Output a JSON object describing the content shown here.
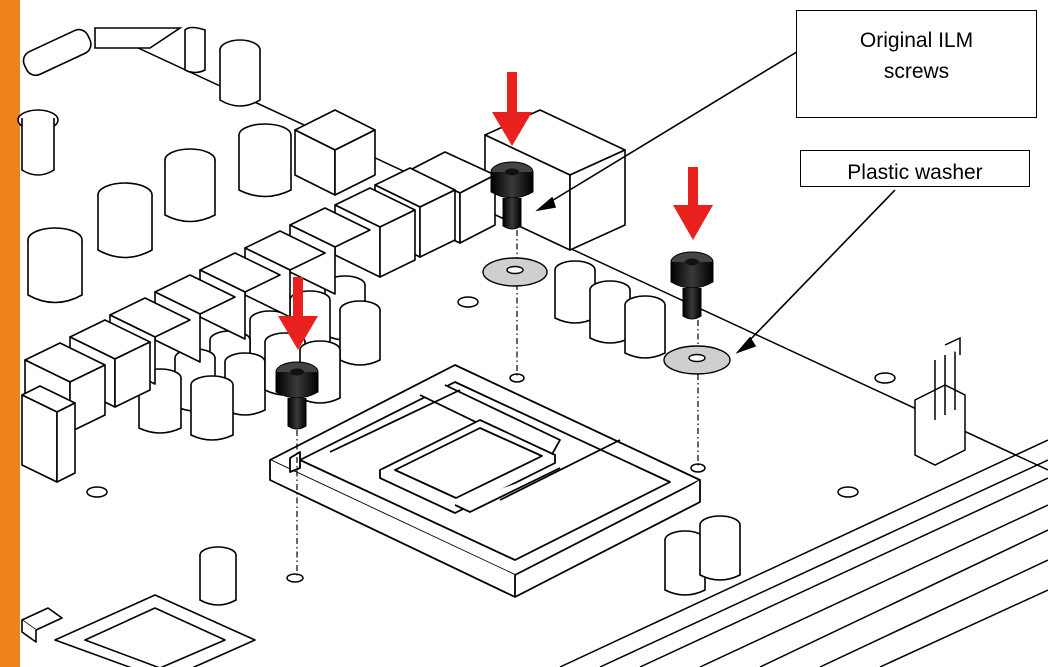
{
  "labels": {
    "ilm_screws_line1": "Original ILM",
    "ilm_screws_line2": "screws",
    "plastic_washer": "Plastic washer"
  },
  "colors": {
    "accent_strip": "#F0821E",
    "arrow": "#E8201E",
    "screw": "#1a1a1a",
    "washer": "#cfcfcf",
    "line": "#000000"
  },
  "icons": [
    "down-arrow-icon",
    "screw-icon",
    "washer-icon"
  ]
}
